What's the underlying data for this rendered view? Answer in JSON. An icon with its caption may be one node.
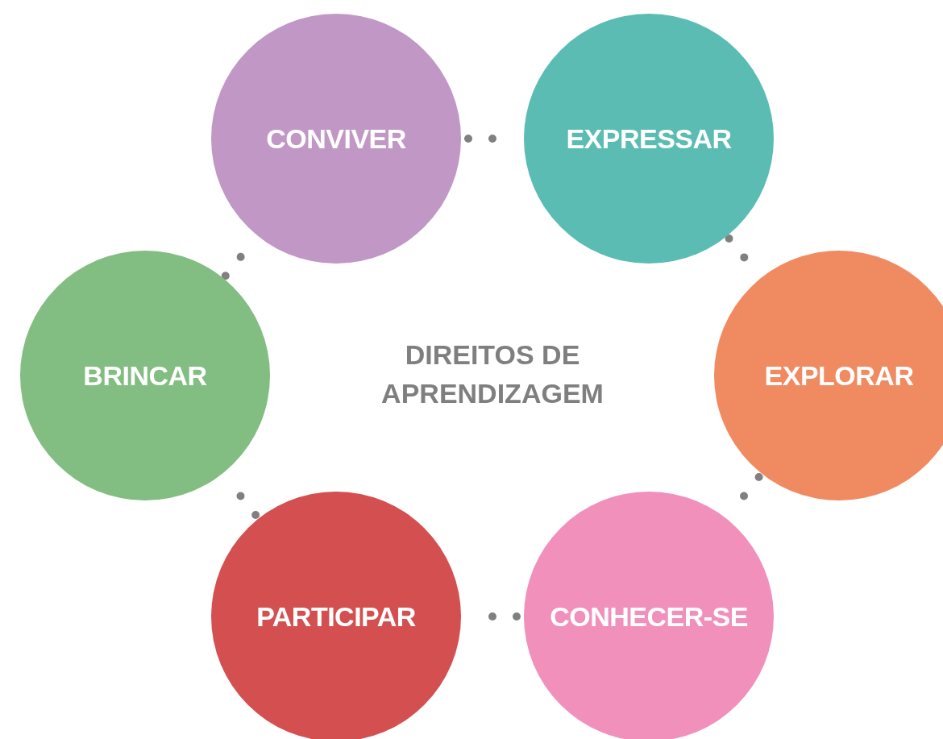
{
  "diagram": {
    "nodes": [
      {
        "text": [
          "CONVIVER"
        ]
      },
      {
        "text": [
          "EXPRESSAR"
        ]
      },
      {
        "text": [
          "BRINCAR"
        ]
      },
      {
        "text": [
          "EXPLORAR"
        ]
      },
      {
        "text": [
          "PARTICIPAR"
        ]
      },
      {
        "text": [
          "CONHECER-SE"
        ]
      }
    ],
    "edges": [
      {
        "from": 0,
        "to": 1,
        "arrow": "none"
      },
      {
        "from": 1,
        "to": 3,
        "arrow": "none"
      },
      {
        "from": 3,
        "to": 5,
        "arrow": "none"
      },
      {
        "from": 5,
        "to": 4,
        "arrow": "none"
      },
      {
        "from": 4,
        "to": 2,
        "arrow": "none"
      },
      {
        "from": 2,
        "to": 0,
        "arrow": "none"
      }
    ],
    "labels": [
      "DIREITOS DE APRENDIZAGEM"
    ]
  }
}
